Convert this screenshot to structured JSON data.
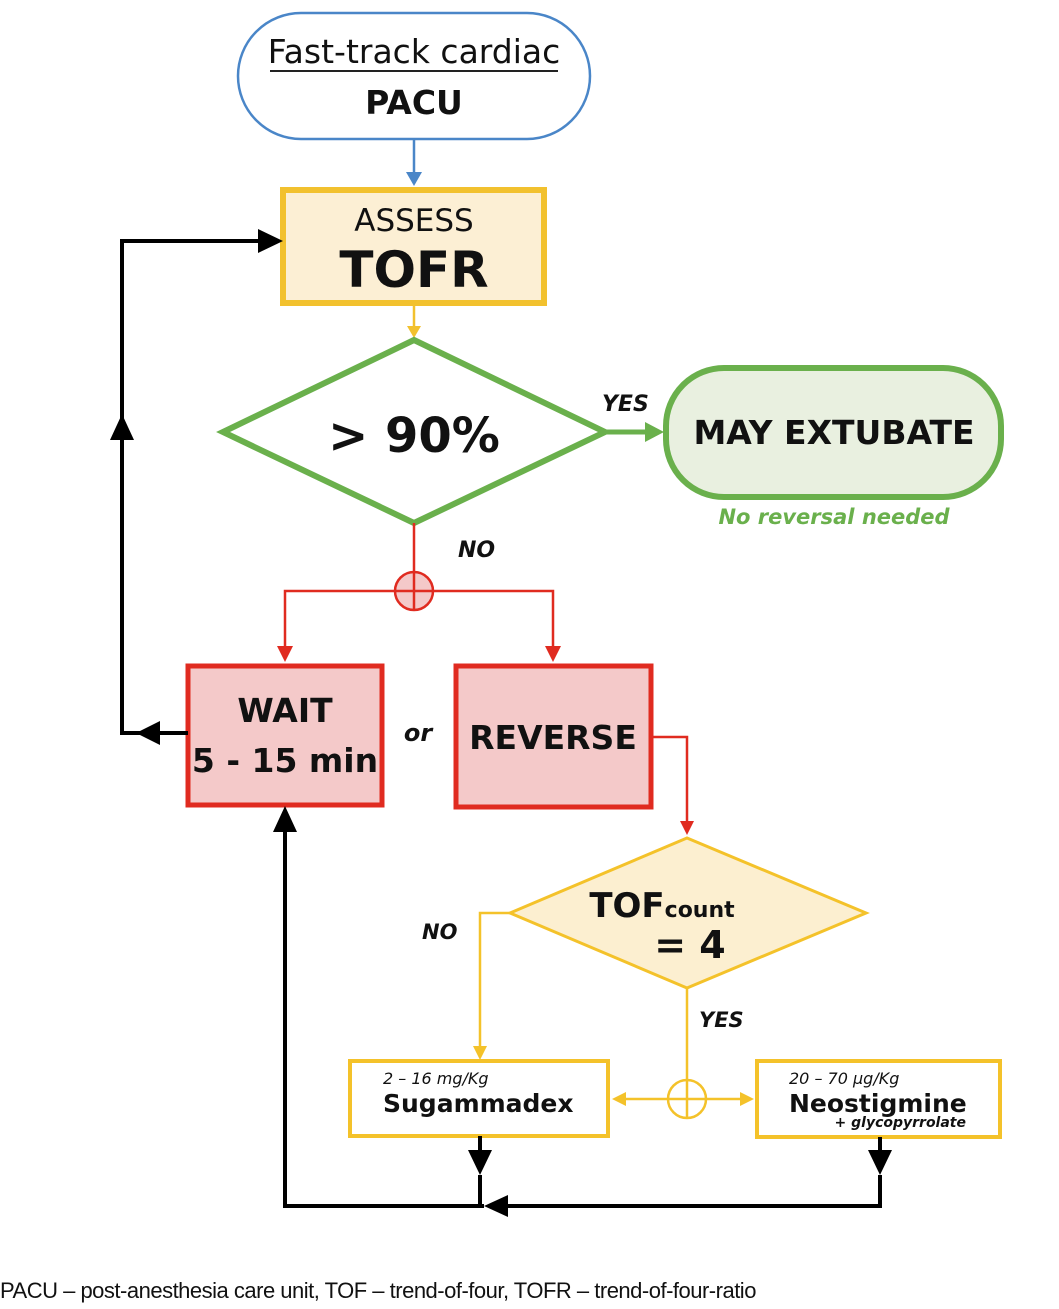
{
  "colors": {
    "start_border": "#4a86c8",
    "assess_border": "#f2c12e",
    "assess_fill": "#fcefd4",
    "decision_green": "#6ab04c",
    "extubate_fill": "#e9f0e0",
    "red": "#e02b20",
    "red_fill": "#f4c9c9",
    "yellow": "#f4c22a",
    "yellow_fill": "#fcefd0",
    "black": "#000000",
    "note_green": "#6ab04c"
  },
  "nodes": {
    "start": {
      "line1": "Fast-track cardiac",
      "line2": "PACU"
    },
    "assess": {
      "line1": "ASSESS",
      "line2": "TOFR"
    },
    "decision_tofr": {
      "label": "> 90%"
    },
    "extubate": {
      "label": "MAY EXTUBATE",
      "note": "No reversal needed"
    },
    "wait": {
      "line1": "WAIT",
      "line2": "5 - 15 min"
    },
    "reverse": {
      "label": "REVERSE"
    },
    "decision_count": {
      "main": "TOF",
      "sub": "count",
      "line2": "= 4"
    },
    "sugammadex": {
      "dose": "2 – 16 mg/Kg",
      "name": "Sugammadex"
    },
    "neostigmine": {
      "dose": "20 – 70 µg/Kg",
      "name": "Neostigmine",
      "extra": "+ glycopyrrolate"
    }
  },
  "edge_labels": {
    "yes_extubate": "YES",
    "no_tofr": "NO",
    "or": "or",
    "no_count": "NO",
    "yes_count": "YES"
  },
  "caption": "PACU – post-anesthesia care unit, TOF – trend-of-four, TOFR – trend-of-four-ratio"
}
